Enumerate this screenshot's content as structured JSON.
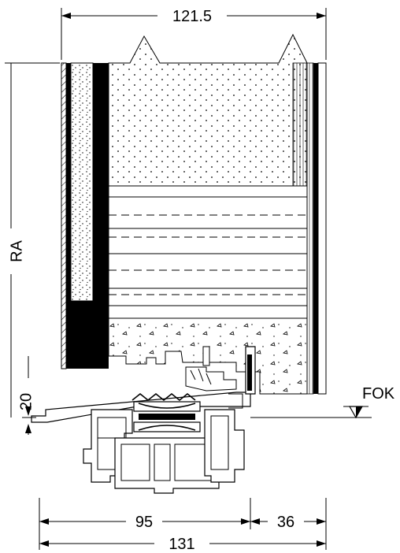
{
  "dimensions": {
    "top_width": "121.5",
    "height_label": "RA",
    "step": "20",
    "floor_level": "FOK",
    "frame": "95",
    "sill": "36",
    "total": "131"
  }
}
